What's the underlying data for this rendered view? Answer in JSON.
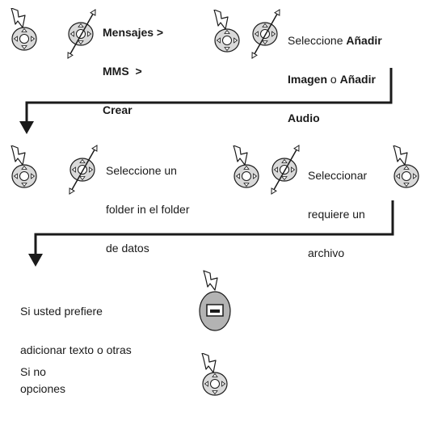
{
  "diagram": {
    "step1": {
      "lines": [
        "Mensajes >",
        "MMS  >",
        "Crear"
      ]
    },
    "step2": {
      "prefix": "Seleccione ",
      "bold1": "Añadir",
      "line2_bold": "Imagen",
      "line2_mid": " o ",
      "line2_bold2": "Añadir",
      "line3_bold": "Audio"
    },
    "step3": {
      "lines": [
        "Seleccione un",
        "folder in el folder",
        "de datos"
      ]
    },
    "step4": {
      "lines": [
        "Seleccionar",
        "requiere un",
        "archivo"
      ]
    },
    "step5": {
      "lines": [
        "Si usted prefiere",
        "adicionar texto o otras",
        "opciones"
      ]
    },
    "step6": {
      "text": "Si no"
    }
  },
  "icons": {
    "select_key": "navigation-key-press-icon",
    "scroll_key": "navigation-key-scroll-icon",
    "soft_key": "left-soft-key-press-icon"
  },
  "colors": {
    "line": "#1a1a1a",
    "key_fill": "#d9d9d9",
    "soft_key_fill": "#b3b3b3"
  }
}
